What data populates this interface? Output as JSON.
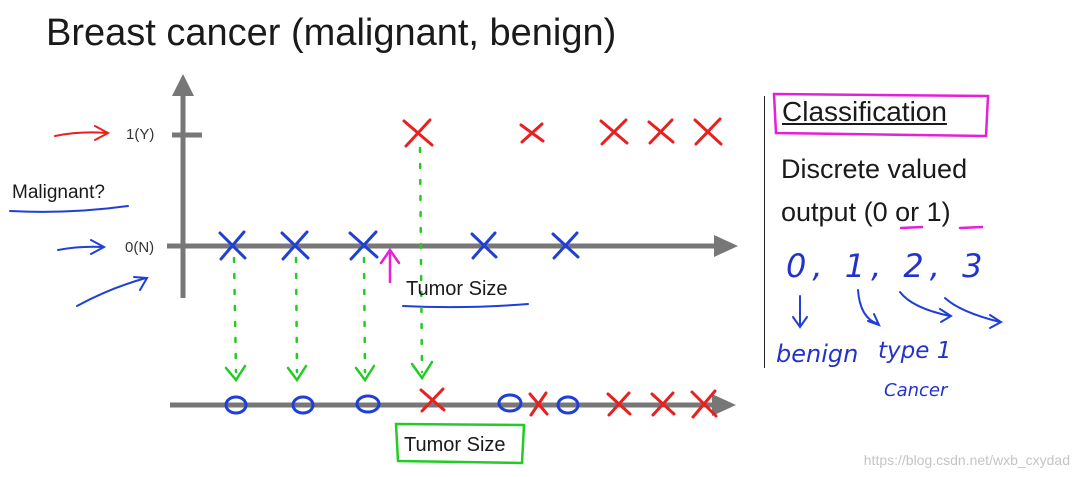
{
  "title": "Breast cancer (malignant, benign)",
  "y_axis": {
    "tick_labels": [
      "1(Y)",
      "0(N)"
    ],
    "question_label": "Malignant?"
  },
  "x_axis_label": "Tumor Size",
  "bottom_axis_label": "Tumor Size",
  "side_panel": {
    "heading": "Classification",
    "line1": "Discrete valued",
    "line2_prefix": "output (",
    "value_zero": "0",
    "value_or": " or ",
    "value_one": "1",
    "line2_suffix": ")"
  },
  "handwriting": {
    "class_values": "0, 1, 2, 3",
    "benign": "benign",
    "type1": "type 1",
    "cancer": "Cancer"
  },
  "watermark": "https://blog.csdn.net/wxb_cxydad",
  "colors": {
    "malignant": "#e8201f",
    "benign": "#1f3fd6",
    "guide": "#22cc22",
    "highlight": "#e620d8",
    "axis": "#777777"
  }
}
